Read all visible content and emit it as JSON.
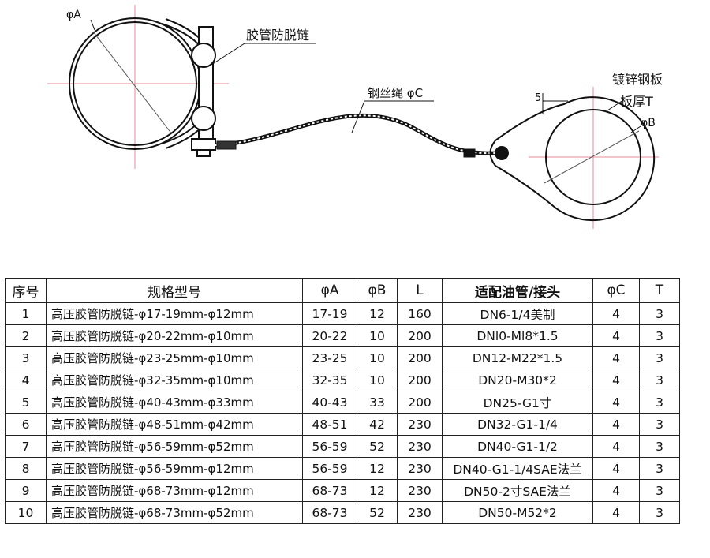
{
  "labels": {
    "phiA": "φA",
    "anti_chain": "胶管防脱链",
    "wire_rope": "钢丝绳 φC",
    "dim_5": "5",
    "galv_plate": "镀锌钢板",
    "plate_thickness": "板厚T",
    "phiB": "φB"
  },
  "colors": {
    "centerline": "#e8889a",
    "stroke": "#111111"
  },
  "table": {
    "headers": [
      "序号",
      "规格型号",
      "φA",
      "φB",
      "L",
      "适配油管/接头",
      "φC",
      "T"
    ],
    "rows": [
      [
        "1",
        "高压胶管防脱链-φ17-19mm-φ12mm",
        "17-19",
        "12",
        "160",
        "DN6-1/4美制",
        "4",
        "3"
      ],
      [
        "2",
        "高压胶管防脱链-φ20-22mm-φ10mm",
        "20-22",
        "10",
        "200",
        "DNl0-Ml8*1.5",
        "4",
        "3"
      ],
      [
        "3",
        "高压胶管防脱链-φ23-25mm-φ10mm",
        "23-25",
        "10",
        "200",
        "DN12-M22*1.5",
        "4",
        "3"
      ],
      [
        "4",
        "高压胶管防脱链-φ32-35mm-φ10mm",
        "32-35",
        "10",
        "200",
        "DN20-M30*2",
        "4",
        "3"
      ],
      [
        "5",
        "高压胶管防脱链-φ40-43mm-φ33mm",
        "40-43",
        "33",
        "200",
        "DN25-G1寸",
        "4",
        "3"
      ],
      [
        "6",
        "高压胶管防脱链-φ48-51mm-φ42mm",
        "48-51",
        "42",
        "230",
        "DN32-G1-1/4",
        "4",
        "3"
      ],
      [
        "7",
        "高压胶管防脱链-φ56-59mm-φ52mm",
        "56-59",
        "52",
        "230",
        "DN40-G1-1/2",
        "4",
        "3"
      ],
      [
        "8",
        "高压胶管防脱链-φ56-59mm-φ12mm",
        "56-59",
        "12",
        "230",
        "DN40-G1-1/4SAE法兰",
        "4",
        "3"
      ],
      [
        "9",
        "高压胶管防脱链-φ68-73mm-φ12mm",
        "68-73",
        "12",
        "230",
        "DN50-2寸SAE法兰",
        "4",
        "3"
      ],
      [
        "10",
        "高压胶管防脱链-φ68-73mm-φ52mm",
        "68-73",
        "52",
        "230",
        "DN50-M52*2",
        "4",
        "3"
      ]
    ]
  }
}
